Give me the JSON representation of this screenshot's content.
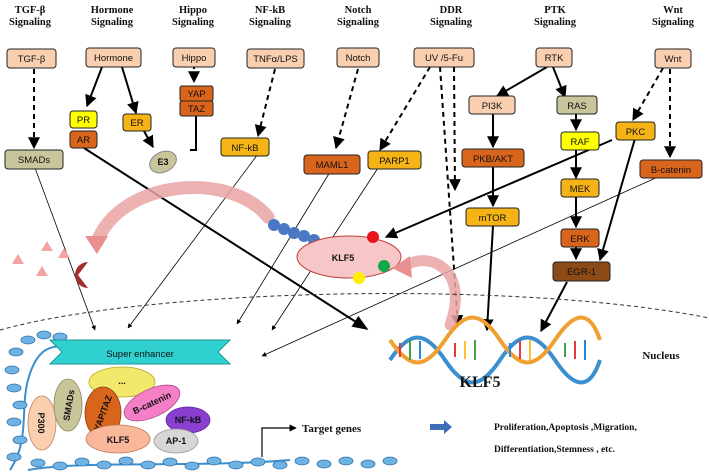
{
  "pathways": [
    {
      "title_top": "TGF-β",
      "title_bottom": "Signaling"
    },
    {
      "title_top": "Hormone",
      "title_bottom": "Signaling"
    },
    {
      "title_top": "Hippo",
      "title_bottom": "Signaling"
    },
    {
      "title_top": "NF-kB",
      "title_bottom": "Signaling"
    },
    {
      "title_top": "Notch",
      "title_bottom": "Signaling"
    },
    {
      "title_top": "DDR",
      "title_bottom": "Signaling"
    },
    {
      "title_top": "PTK",
      "title_bottom": "Signaling"
    },
    {
      "title_top": "Wnt",
      "title_bottom": "Signaling"
    }
  ],
  "nodes": {
    "tgfb": "TGF-β",
    "hormone": "Hormone",
    "hippo": "Hippo",
    "tnfa": "TNFα/LPS",
    "notch": "Notch",
    "uv": "UV /5-Fu",
    "rtk": "RTK",
    "wnt": "Wnt",
    "pr": "PR",
    "ar": "AR",
    "er": "ER",
    "yap": "YAP",
    "taz": "TAZ",
    "e3": "E3",
    "nfkb": "NF-kB",
    "smads": "SMADs",
    "maml1": "MAML1",
    "parp1": "PARP1",
    "pi3k": "PI3K",
    "pkb": "PKB/AKT",
    "mtor": "mTOR",
    "ras": "RAS",
    "raf": "RAF",
    "mek": "MEK",
    "erk": "ERK",
    "egr1": "EGR-1",
    "pkc": "PKC",
    "bcatenin": "B-catenin",
    "klf5_protein": "KLF5"
  },
  "nucleus": {
    "label": "Nucleus",
    "gene_label": "KLF5",
    "super_enhancer": "Super enhancer",
    "ellipsis": "...",
    "p300": "P300",
    "smads": "SMADs",
    "yaptaz": "YAP/TAZ",
    "bcatenin": "B-catenin",
    "nfkb": "NF-kB",
    "klf5": "KLF5",
    "ap1": "AP-1",
    "target_genes": "Target genes",
    "outcomes_line1": "Proliferation,Apoptosis ,Migration,",
    "outcomes_line2": "Differentiation,Stemness ,  etc."
  },
  "colors": {
    "pale_orange": "#f9cfb0",
    "dark_orange": "#d9641c",
    "gold": "#f5b316",
    "yellow": "#ffff00",
    "olive_gray": "#c8c59a",
    "brown": "#8b4a16",
    "sage": "#b7d3b4",
    "klf5_pink": "#f7c6c6",
    "proteasome": "#a0302e"
  }
}
